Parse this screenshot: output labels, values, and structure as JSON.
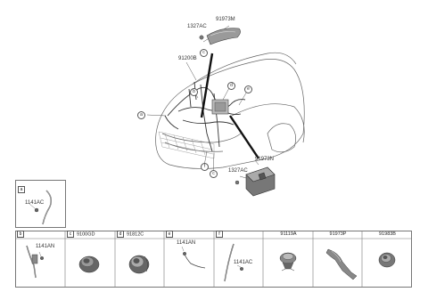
{
  "main": {
    "labels": {
      "top_bracket_part": "91973M",
      "top_bolt": "1327AC",
      "harness": "91200B",
      "right_bracket_part": "91973N",
      "right_bolt": "1327AC"
    },
    "callouts": [
      "a",
      "b",
      "c",
      "d",
      "e",
      "f"
    ]
  },
  "detail_a": {
    "tag": "a",
    "part": "1141AC"
  },
  "table": {
    "cells": [
      {
        "tag": "b",
        "part": "",
        "sub": "1141AN"
      },
      {
        "tag": "c",
        "part": "9100GD",
        "sub": ""
      },
      {
        "tag": "d",
        "part": "91812C",
        "sub": ""
      },
      {
        "tag": "e",
        "part": "",
        "sub": "1141AN"
      },
      {
        "tag": "f",
        "part": "",
        "sub": "1141AC"
      },
      {
        "tag": "",
        "part": "91119A",
        "sub": ""
      },
      {
        "tag": "",
        "part": "91973P",
        "sub": ""
      },
      {
        "tag": "",
        "part": "91983B",
        "sub": ""
      }
    ]
  }
}
